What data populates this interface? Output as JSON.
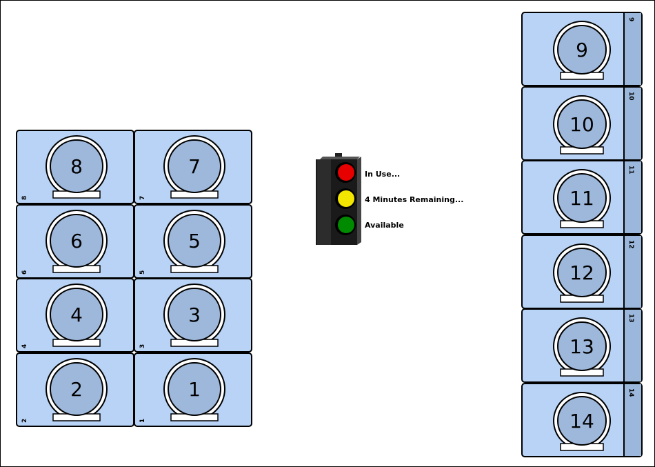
{
  "left_grid": {
    "tiles": [
      {
        "id": "8",
        "label": "8",
        "side_label": "8"
      },
      {
        "id": "7",
        "label": "7",
        "side_label": "7"
      },
      {
        "id": "6",
        "label": "6",
        "side_label": "6"
      },
      {
        "id": "5",
        "label": "5",
        "side_label": "5"
      },
      {
        "id": "4",
        "label": "4",
        "side_label": "4"
      },
      {
        "id": "3",
        "label": "3",
        "side_label": "3"
      },
      {
        "id": "2",
        "label": "2",
        "side_label": "2"
      },
      {
        "id": "1",
        "label": "1",
        "side_label": "1"
      }
    ]
  },
  "right_column": {
    "tiles": [
      {
        "id": "9",
        "label": "9",
        "side_label": "9"
      },
      {
        "id": "10",
        "label": "10",
        "side_label": "10"
      },
      {
        "id": "11",
        "label": "11",
        "side_label": "11"
      },
      {
        "id": "12",
        "label": "12",
        "side_label": "12"
      },
      {
        "id": "13",
        "label": "13",
        "side_label": "13"
      },
      {
        "id": "14",
        "label": "14",
        "side_label": "14"
      }
    ]
  },
  "legend": {
    "icon": "traffic-light-icon",
    "items": [
      {
        "label": "In Use...",
        "color": "#e60000"
      },
      {
        "label": "4 Minutes Remaining...",
        "color": "#f2e600"
      },
      {
        "label": "Available",
        "color": "#008a00"
      }
    ]
  },
  "colors": {
    "tile_bg": "#b8d3f5",
    "circle_fill": "#9eb8dc",
    "strip_bg": "#9bb8dc"
  }
}
